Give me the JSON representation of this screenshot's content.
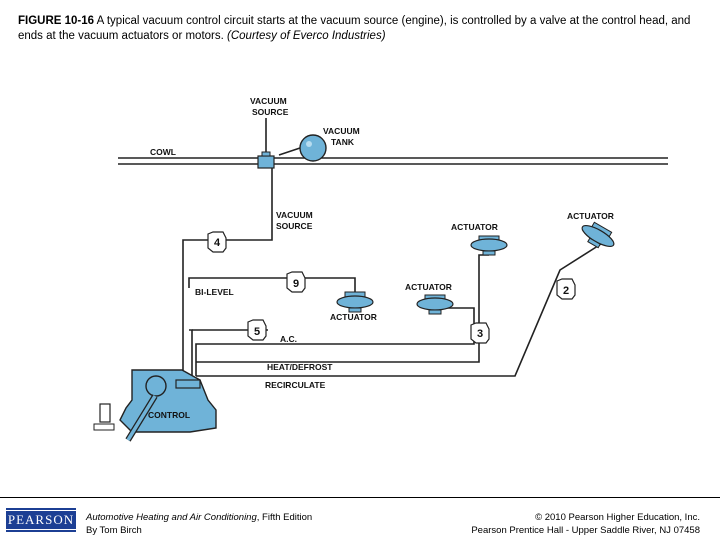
{
  "caption": {
    "figure_label": "FIGURE 10-16",
    "text": " A typical vacuum control circuit starts at the vacuum source (engine), is controlled by a valve at the control head, and ends at the vacuum actuators or motors. ",
    "credit": "(Courtesy of Everco Industries)"
  },
  "diagram": {
    "labels": {
      "vacuum_source_top_1": "VACUUM",
      "vacuum_source_top_2": "SOURCE",
      "vacuum_tank_1": "VACUUM",
      "vacuum_tank_2": "TANK",
      "cowl": "COWL",
      "vacuum_source_mid_1": "VACUUM",
      "vacuum_source_mid_2": "SOURCE",
      "bi_level": "BI-LEVEL",
      "ac": "A.C.",
      "heat_defrost": "HEAT/DEFROST",
      "recirculate": "RECIRCULATE",
      "control": "CONTROL",
      "actuator_1": "ACTUATOR",
      "actuator_2": "ACTUATOR",
      "actuator_3": "ACTUATOR",
      "actuator_4": "ACTUATOR"
    },
    "hose_numbers": {
      "n4": "4",
      "n9": "9",
      "n5": "5",
      "n3": "3",
      "n2": "2"
    },
    "colors": {
      "component_fill": "#6fb3d8",
      "line": "#222222"
    }
  },
  "footer": {
    "publisher_logo": "PEARSON",
    "book_title": "Automotive Heating and Air Conditioning",
    "edition": ", Fifth Edition",
    "author": "By Tom Birch",
    "copyright": "© 2010 Pearson Higher Education, Inc.",
    "publisher_line": "Pearson Prentice Hall - Upper Saddle River, NJ 07458"
  }
}
